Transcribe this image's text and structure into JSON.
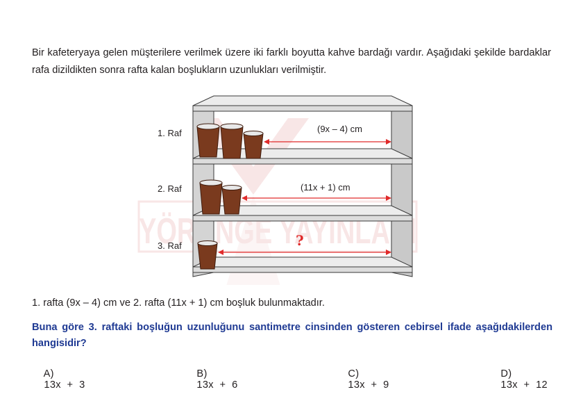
{
  "intro_text": "Bir kafeteryaya gelen müşterilere verilmek üzere iki farklı boyutta kahve bardağı vardır. Aşağıdaki şekilde bardaklar rafa dizildikten sonra rafta kalan boşlukların uzunlukları verilmiştir.",
  "figure": {
    "shelves": [
      {
        "label": "1. Raf",
        "gap_label": "(9x – 4) cm",
        "cups": [
          "large",
          "large",
          "small"
        ]
      },
      {
        "label": "2. Raf",
        "gap_label": "(11x + 1) cm",
        "cups": [
          "large",
          "small"
        ]
      },
      {
        "label": "3. Raf",
        "gap_label": "?",
        "cups": [
          "small"
        ]
      }
    ],
    "watermark": "YÖRÜNGE YAYINLARI",
    "colors": {
      "shelf_face": "#e6e6e6",
      "shelf_side": "#c9c9c9",
      "shelf_edge": "#3a3a3a",
      "cup_body": "#7a3a1e",
      "cup_shadow": "#3e1c0e",
      "arrow": "#e02b2b",
      "watermark": "#f0c8c8",
      "question_mark": "#e02b2b"
    }
  },
  "given_text": "1. rafta (9x – 4) cm ve 2. rafta (11x + 1) cm boşluk bulunmaktadır.",
  "question_text": "Buna göre 3. raftaki boşluğun uzunluğunu santimetre cinsinden gösteren cebirsel ifade aşağıdakilerden hangisidir?",
  "options": [
    {
      "letter": "A)",
      "text": "13x  +  3"
    },
    {
      "letter": "B)",
      "text": "13x  +  6"
    },
    {
      "letter": "C)",
      "text": "13x  +  9"
    },
    {
      "letter": "D)",
      "text": "13x  +  12"
    }
  ],
  "question_color": "#1f3a93"
}
